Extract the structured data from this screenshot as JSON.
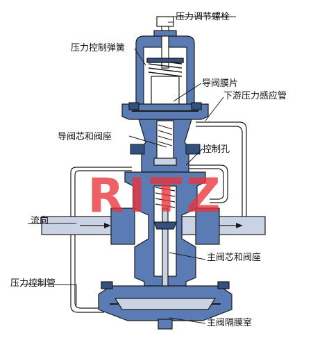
{
  "labels": {
    "pressure_adjust_bolt": "压力调节螺栓",
    "pressure_control_spring": "压力控制弹簧",
    "pilot_diaphragm": "导阀膜片",
    "downstream_sensing_pipe": "下游压力感应管",
    "pilot_plug_and_seat": "导阀芯和阀座",
    "control_orifice": "控制孔",
    "flow_direction": "流向",
    "main_plug_and_seat": "主阀芯和阀座",
    "pressure_control_pipe": "压力控制管",
    "main_diaphragm_chamber": "主阀隔膜室"
  },
  "watermark": "RITZ",
  "colors": {
    "body": "#5b7bb5",
    "body_dark": "#34507f",
    "pipe": "#c9d3e3",
    "outline": "#1a1a1a",
    "watermark": "#e8333a"
  }
}
